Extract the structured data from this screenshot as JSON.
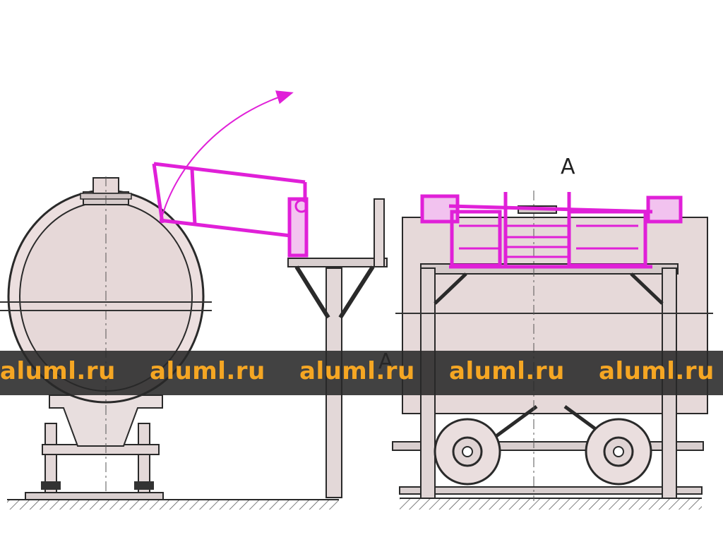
{
  "drawing": {
    "section_label_top": "A",
    "section_label_mid": "A",
    "colors": {
      "line": "#2a2a2a",
      "fill": "#e8dede",
      "highlight": "#e020d8",
      "watermark_band": "#2b2b2b",
      "watermark_text": "#f5a623"
    }
  },
  "watermark": {
    "items": [
      "aluml.ru",
      "aluml.ru",
      "aluml.ru",
      "aluml.ru",
      "aluml.ru"
    ]
  }
}
